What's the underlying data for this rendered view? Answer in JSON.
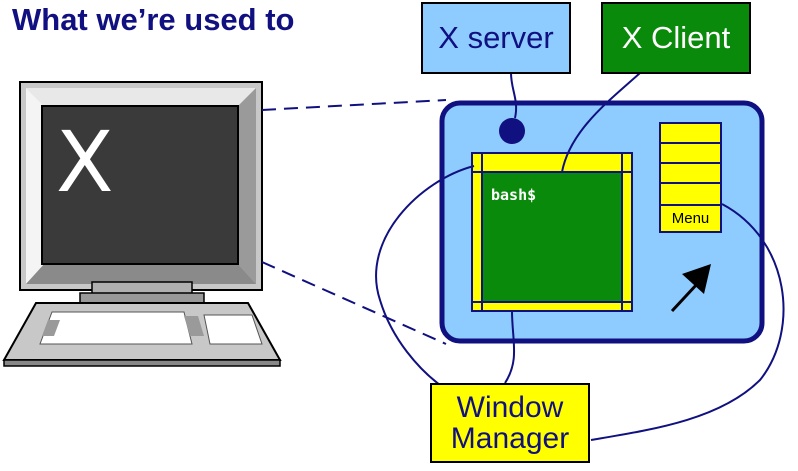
{
  "title": "What we’re used to",
  "labels": {
    "x_server": "X server",
    "x_client": "X Client",
    "window_manager_line1": "Window",
    "window_manager_line2": "Manager",
    "terminal_prompt": "bash$",
    "menu": "Menu",
    "monitor_logo": "X"
  },
  "colors": {
    "title": "#101080",
    "screen_blue": "#8ecbff",
    "window_green": "#0a8a0a",
    "frame_yellow": "#ffff00",
    "outline_navy": "#101080",
    "monitor_gray": "#c8c8c8",
    "monitor_screen": "#3a3a3a"
  },
  "icons": {
    "pointer": "mouse-pointer-arrow-icon",
    "dot": "x-server-dot-icon"
  }
}
